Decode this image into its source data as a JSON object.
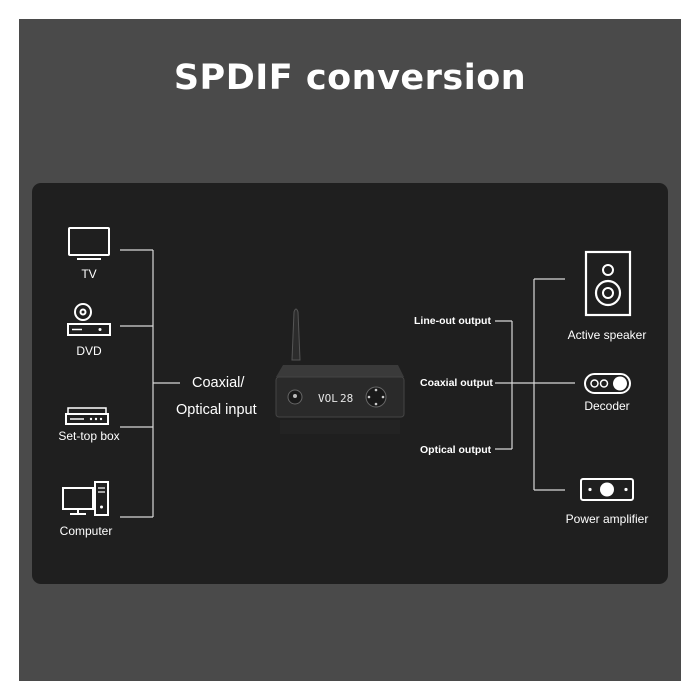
{
  "title": "SPDIF conversion",
  "sources": [
    {
      "label": "TV",
      "icon": "tv-icon"
    },
    {
      "label": "DVD",
      "icon": "dvd-player-icon"
    },
    {
      "label": "Set-top box",
      "icon": "set-top-box-icon"
    },
    {
      "label": "Computer",
      "icon": "computer-icon"
    }
  ],
  "input_label_line1": "Coaxial/",
  "input_label_line2": "Optical input",
  "device": {
    "display_vol": "VOL",
    "display_value": "28"
  },
  "outputs": [
    {
      "label": "Line-out output"
    },
    {
      "label": "Coaxial output"
    },
    {
      "label": "Optical output"
    }
  ],
  "destinations": [
    {
      "label": "Active speaker",
      "icon": "speaker-icon"
    },
    {
      "label": "Decoder",
      "icon": "decoder-icon"
    },
    {
      "label": "Power amplifier",
      "icon": "power-amplifier-icon"
    }
  ],
  "colors": {
    "frame": "#4a4a4a",
    "panel": "#1f1f1f",
    "lines": "#d8d8d8",
    "text": "#ffffff"
  }
}
